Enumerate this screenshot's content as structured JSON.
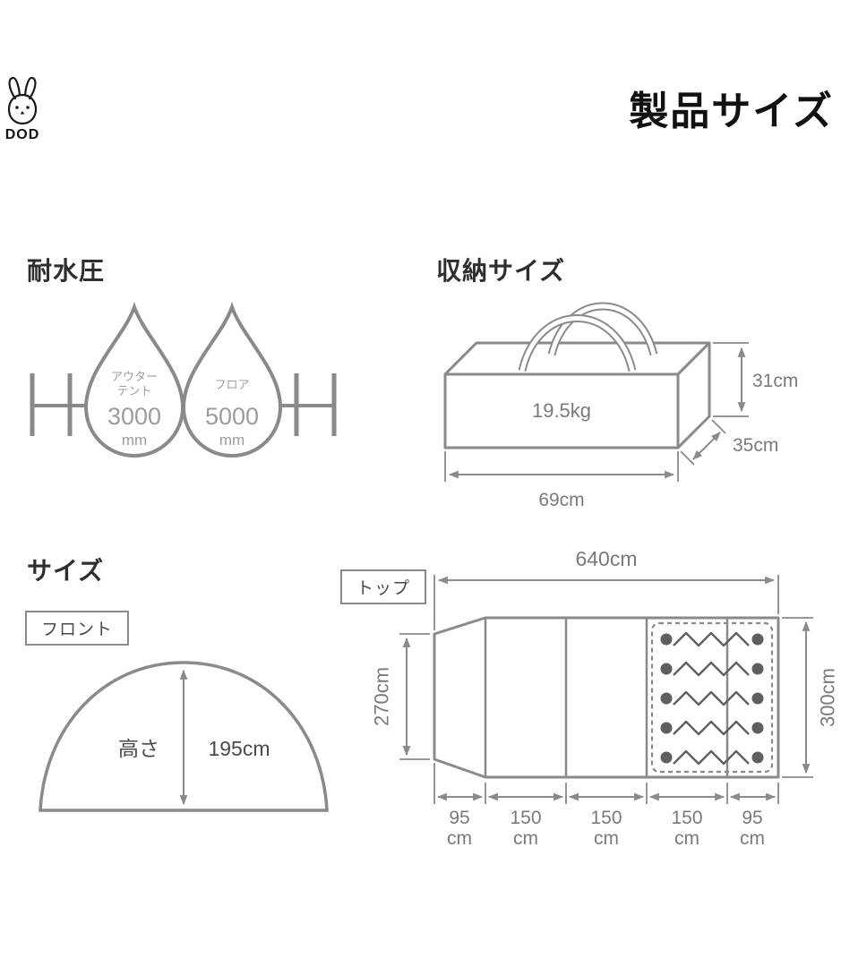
{
  "brand": {
    "logo_text": "DOD"
  },
  "page": {
    "title": "製品サイズ"
  },
  "water_resistance": {
    "heading": "耐水圧",
    "outer_drop": {
      "label1": "アウター",
      "label2": "テント",
      "value": "3000",
      "unit": "mm"
    },
    "floor_drop": {
      "label1": "フロア",
      "value": "5000",
      "unit": "mm"
    }
  },
  "storage": {
    "heading": "収納サイズ",
    "weight": "19.5kg",
    "dim_height": "31cm",
    "dim_depth": "35cm",
    "dim_width": "69cm"
  },
  "size_section": {
    "heading": "サイズ",
    "front_view": {
      "tag": "フロント",
      "height_label": "高さ",
      "height_value": "195cm"
    },
    "top_view": {
      "tag": "トップ",
      "width_total": "640cm",
      "height_left": "270cm",
      "height_right": "300cm",
      "segments": [
        {
          "value": "95",
          "unit": "cm"
        },
        {
          "value": "150",
          "unit": "cm"
        },
        {
          "value": "150",
          "unit": "cm"
        },
        {
          "value": "150",
          "unit": "cm"
        },
        {
          "value": "95",
          "unit": "cm"
        }
      ],
      "sleeper_count": 5
    }
  },
  "colors": {
    "line_gray": "#8a8a8a",
    "text_gray": "#7a7a7a",
    "label_dark": "#4a4a4a",
    "heading": "#2e2e2e",
    "black": "#111111"
  }
}
